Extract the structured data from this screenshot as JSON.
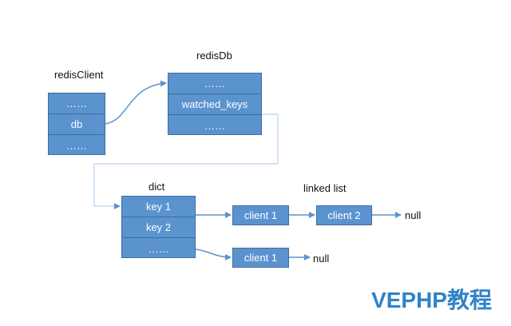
{
  "redis_client": {
    "title": "redisClient",
    "fields": [
      "……",
      "db",
      "……"
    ]
  },
  "redis_db": {
    "title": "redisDb",
    "fields": [
      "……",
      "watched_keys",
      "……"
    ]
  },
  "dict": {
    "title": "dict",
    "fields": [
      "key 1",
      "key 2",
      "……"
    ]
  },
  "linked_list": {
    "title": "linked list",
    "row1": [
      "client 1",
      "client 2"
    ],
    "row2": [
      "client 1"
    ],
    "null_label": "null"
  },
  "watermark": "VEPHP教程",
  "colors": {
    "box_fill": "#5b93cf",
    "box_border": "#3d6e9c",
    "watermark": "#2f83c7"
  }
}
